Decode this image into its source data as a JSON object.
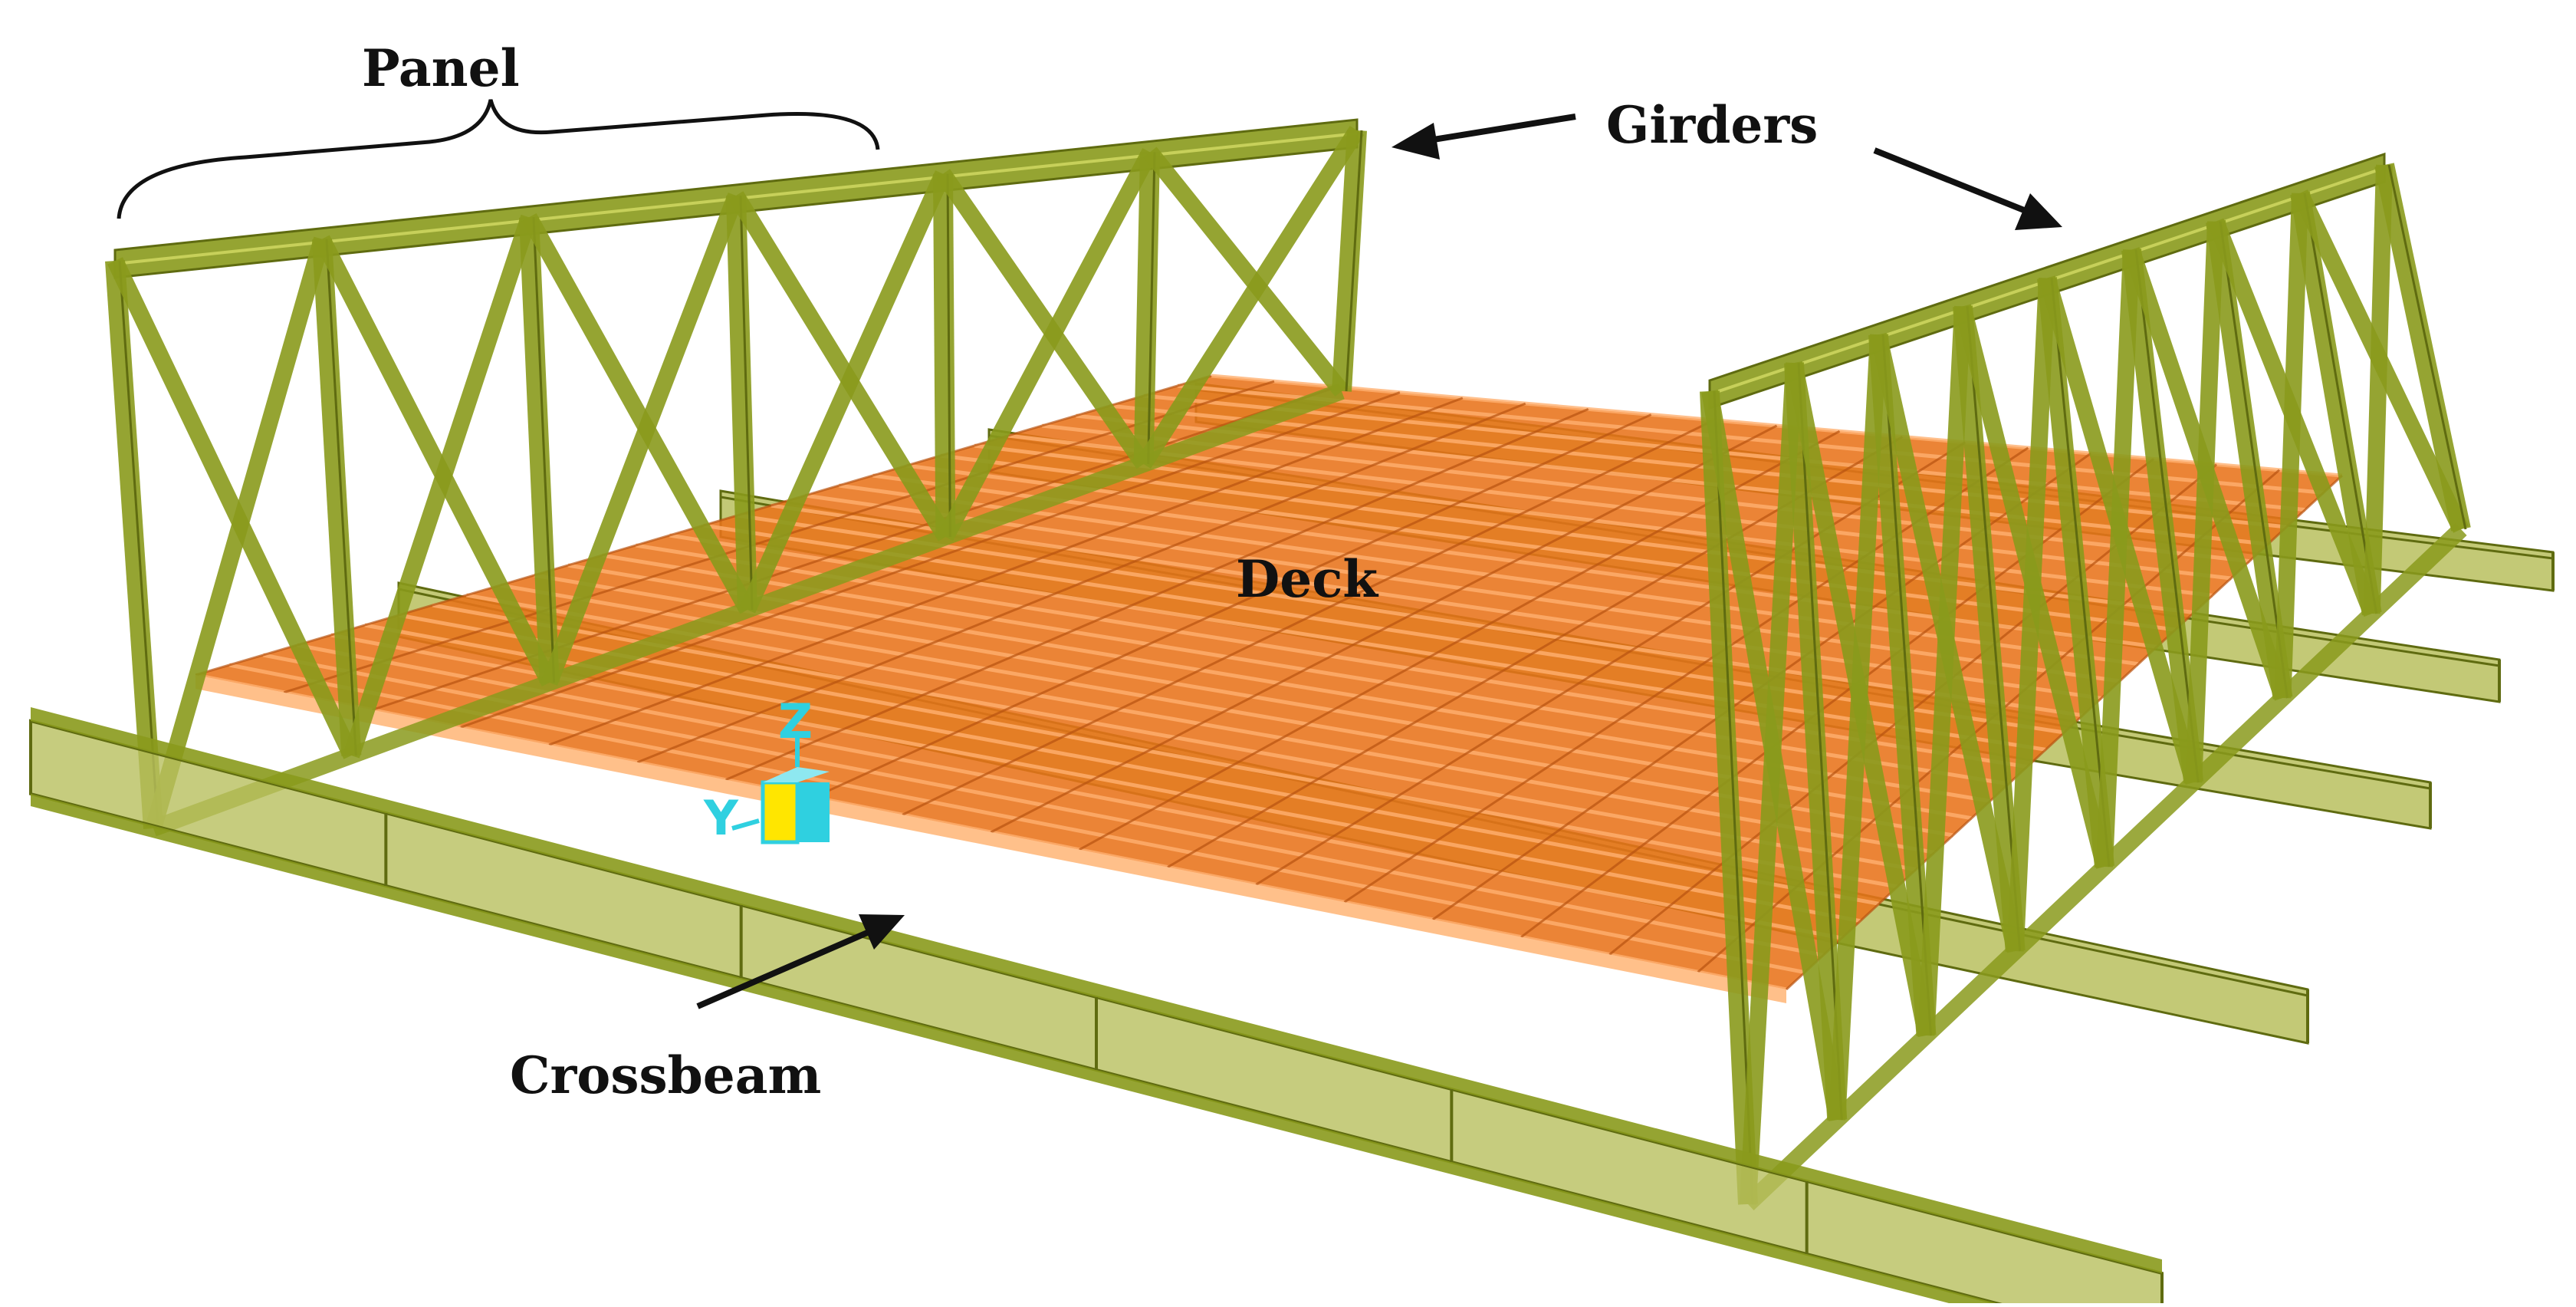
{
  "labels": {
    "panel": "Panel",
    "girders": "Girders",
    "deck": "Deck",
    "crossbeam": "Crossbeam"
  },
  "axis_triad": {
    "z_label": "Z",
    "y_label": "Y"
  },
  "colors": {
    "background": "#ffffff",
    "girder_steel": "#8a9a1c",
    "girder_steel_dark": "#5f6b10",
    "crossbeam_fill": "#b8bf5e",
    "deck_plank": "#e8731a",
    "deck_plank_light": "#ffb070",
    "axis_cyan": "#2fd0e0",
    "axis_yellow": "#ffe600",
    "annotation_black": "#111111"
  }
}
